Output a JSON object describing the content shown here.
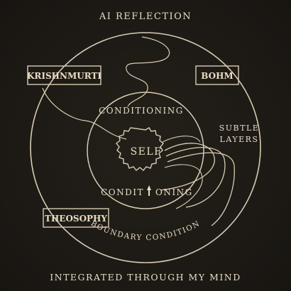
{
  "header": {
    "title": "AI REFLECTION"
  },
  "footer": {
    "caption": "INTEGRATED THROUGH MY MIND"
  },
  "boxes": {
    "krishnamurti": "KRISHNMURTI",
    "bohm": "BOHM",
    "theosophy": "THEOSOPHY"
  },
  "rings": {
    "outer_label": "BOUNDARY CONDITION",
    "middle_top": "CONDITIONING",
    "middle_bottom_a": "CONDIT",
    "middle_bottom_b": "ONING",
    "side_label_1": "SUBTLE",
    "side_label_2": "LAYERS"
  },
  "core": {
    "label": "SELF"
  },
  "colors": {
    "background": "#1e1b17",
    "ink": "#e8dcc4",
    "line": "#d8ccb2"
  }
}
